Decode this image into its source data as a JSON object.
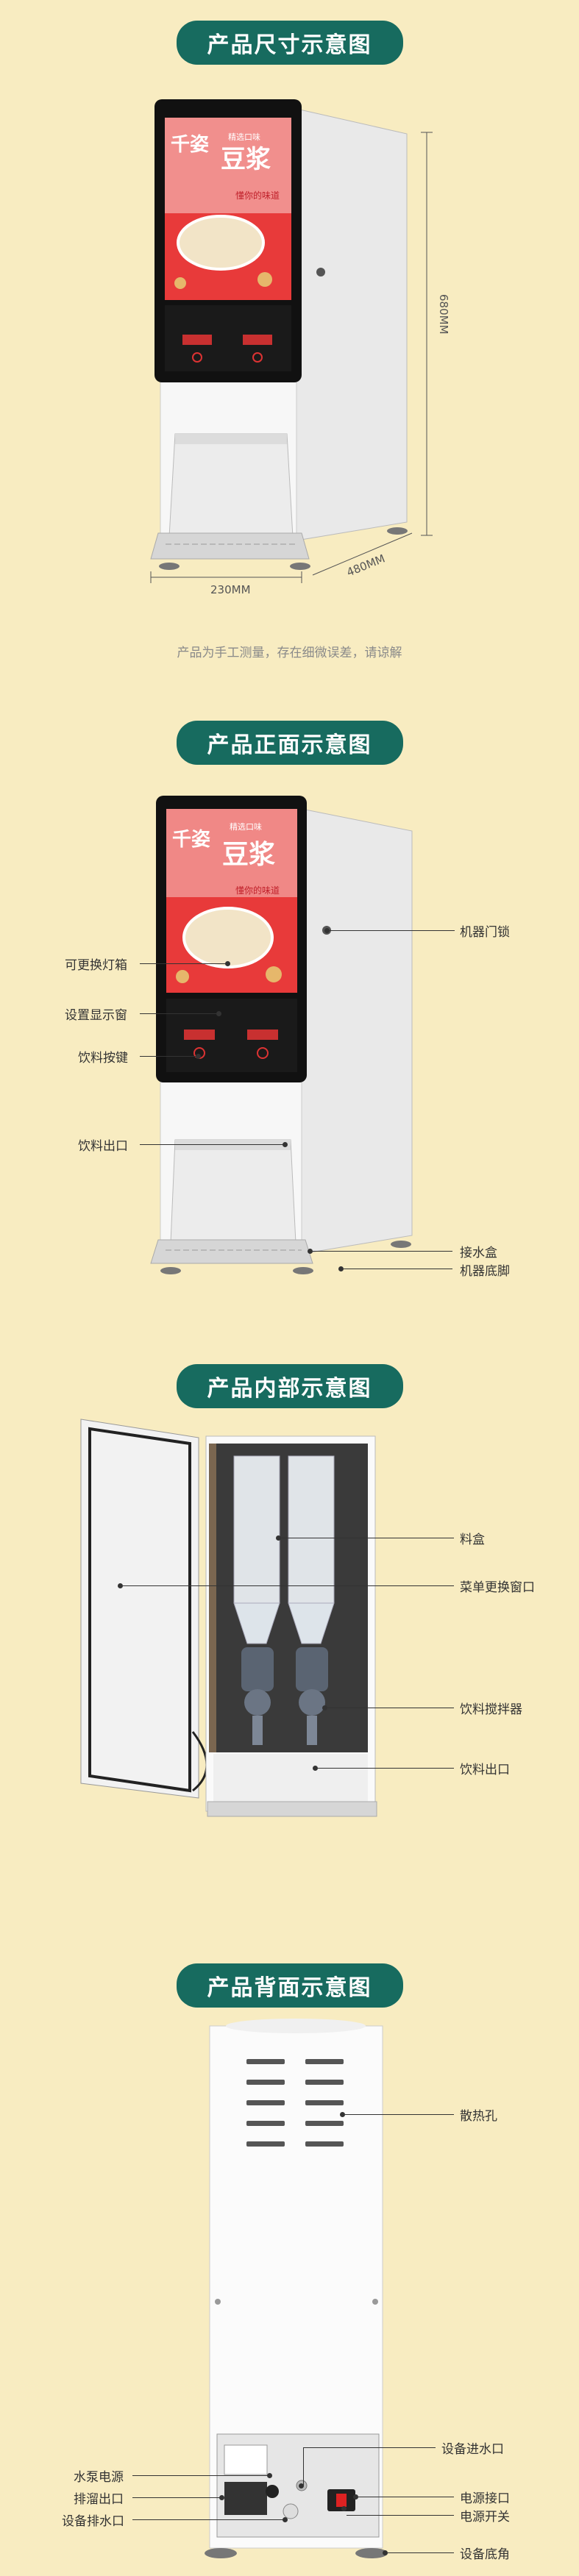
{
  "sections": {
    "size": {
      "title": "产品尺寸示意图",
      "height": "680MM",
      "width": "230MM",
      "depth": "480MM",
      "note": "产品为手工测量，存在细微误差，请谅解"
    },
    "front": {
      "title": "产品正面示意图",
      "labels": {
        "lightbox": "可更换灯箱",
        "display": "设置显示窗",
        "button": "饮料按键",
        "outlet": "饮料出口",
        "lock": "机器门锁",
        "tray": "接水盒",
        "feet": "机器底脚"
      }
    },
    "inside": {
      "title": "产品内部示意图",
      "labels": {
        "canister": "料盒",
        "menu_window": "菜单更换窗口",
        "mixer": "饮料搅拌器",
        "outlet": "饮料出口"
      }
    },
    "back": {
      "title": "产品背面示意图",
      "labels": {
        "vents": "散热孔",
        "water_in": "设备进水口",
        "pump_power": "水泵电源",
        "overflow": "排溜出口",
        "drain": "设备排水口",
        "power_port": "电源接口",
        "power_switch": "电源开关",
        "feet": "设备底角"
      }
    }
  },
  "screen": {
    "product": "豆浆",
    "brand": "千姿",
    "tagline": "懂你的味道",
    "badge": "精选口味"
  },
  "colors": {
    "accent": "#176b5f",
    "background": "#f8ecc1"
  }
}
